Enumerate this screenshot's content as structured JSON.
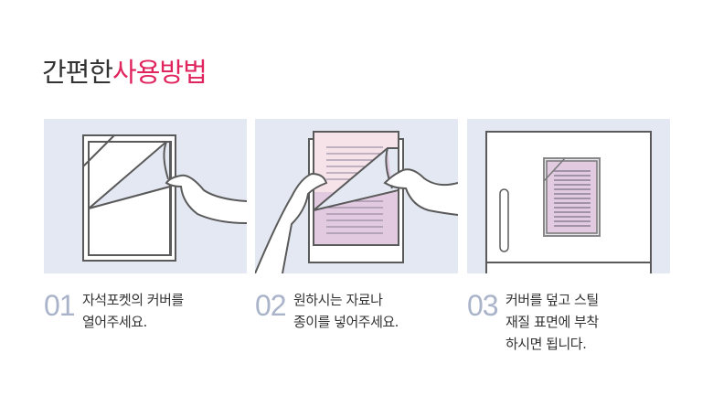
{
  "title": {
    "part1": "간편한",
    "part2": "사용방법"
  },
  "colors": {
    "accent": "#e0245e",
    "panel_bg": "#e3e8f3",
    "number": "#a9b3c9"
  },
  "steps": [
    {
      "number": "01",
      "text": "자석포켓의 커버를\n열어주세요."
    },
    {
      "number": "02",
      "text": "원하시는 자료나\n종이를 넣어주세요."
    },
    {
      "number": "03",
      "text": "커버를 덮고 스틸\n재질 표면에 부착\n하시면 됩니다."
    }
  ]
}
